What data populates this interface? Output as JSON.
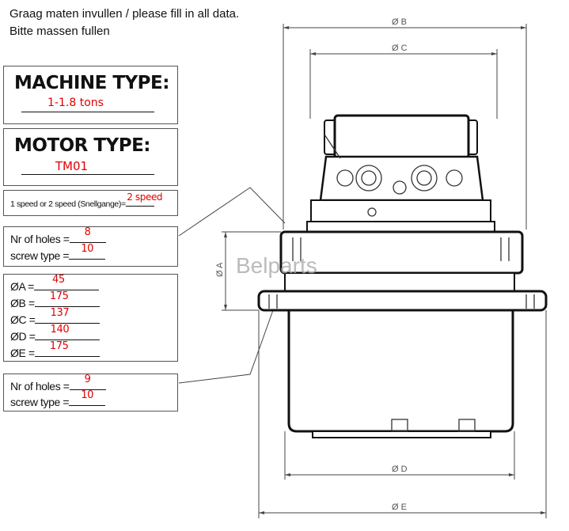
{
  "header": {
    "line1": "Graag maten invullen / please fill in all data.",
    "line2": "Bitte massen fullen"
  },
  "machine": {
    "label": "MACHINE TYPE:",
    "value": "1-1.8 tons"
  },
  "motor": {
    "label": "MOTOR TYPE:",
    "value": "TM01"
  },
  "speed": {
    "label": "1 speed or 2 speed (Snellgange)=",
    "value": "2 speed"
  },
  "holes_top": {
    "holes_label": "Nr of holes =",
    "holes_value": "8",
    "screw_label": "screw type =",
    "screw_value": "10"
  },
  "dimensions": [
    {
      "label": "ØA =",
      "value": "45"
    },
    {
      "label": "ØB =",
      "value": "175"
    },
    {
      "label": "ØC =",
      "value": "137"
    },
    {
      "label": "ØD =",
      "value": "140"
    },
    {
      "label": "ØE =",
      "value": "175"
    }
  ],
  "holes_bottom": {
    "holes_label": "Nr of holes =",
    "holes_value": "9",
    "screw_label": "screw type =",
    "screw_value": "10"
  },
  "drawing": {
    "dim_a": "Ø A",
    "dim_b": "Ø B",
    "dim_c": "Ø C",
    "dim_d": "Ø D",
    "dim_e": "Ø E",
    "watermark": "Belparts"
  },
  "colors": {
    "value": "#e00000",
    "line": "#111111"
  }
}
